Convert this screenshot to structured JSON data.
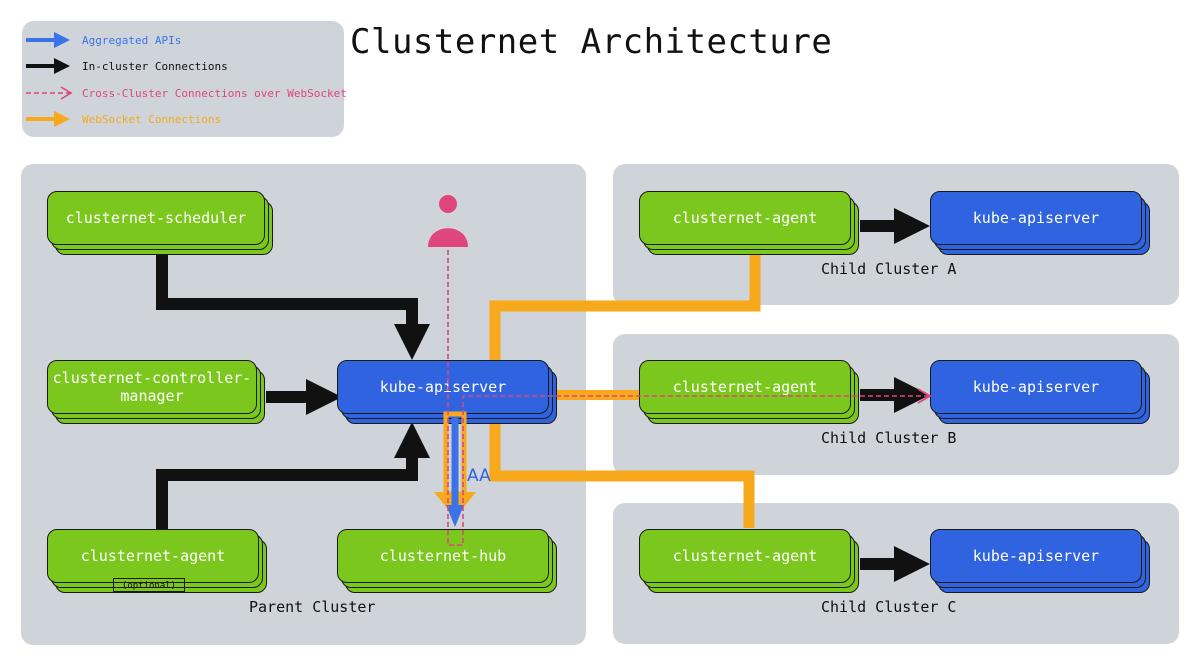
{
  "title": "Clusternet Architecture",
  "legend": [
    {
      "label": "Aggregated APIs",
      "color": "#3b73e6",
      "style": "solid-arrow"
    },
    {
      "label": "In-cluster Connections",
      "color": "#111111",
      "style": "solid-arrow"
    },
    {
      "label": "Cross-Cluster Connections over WebSocket",
      "color": "#e0457b",
      "style": "dashed-arrow"
    },
    {
      "label": "WebSocket Connections",
      "color": "#f7a81b",
      "style": "solid-arrow"
    }
  ],
  "parent_cluster": {
    "label": "Parent Cluster",
    "scheduler": "clusternet-scheduler",
    "controller_manager": "clusternet-controller-manager",
    "apiserver": "kube-apiserver",
    "agent": "clusternet-agent",
    "agent_tag": "(optional)",
    "hub": "clusternet-hub",
    "aa_label": "AA",
    "user_icon": "user-icon"
  },
  "child_clusters": [
    {
      "label": "Child Cluster A",
      "agent": "clusternet-agent",
      "apiserver": "kube-apiserver"
    },
    {
      "label": "Child Cluster B",
      "agent": "clusternet-agent",
      "apiserver": "kube-apiserver"
    },
    {
      "label": "Child Cluster C",
      "agent": "clusternet-agent",
      "apiserver": "kube-apiserver"
    }
  ],
  "colors": {
    "panel": "#cfd4db",
    "green_node": "#7cc71d",
    "blue_node": "#2f63e0",
    "websocket": "#f7a81b",
    "cross_cluster": "#e0457b",
    "in_cluster": "#111111",
    "aggregated": "#3b73e6"
  }
}
